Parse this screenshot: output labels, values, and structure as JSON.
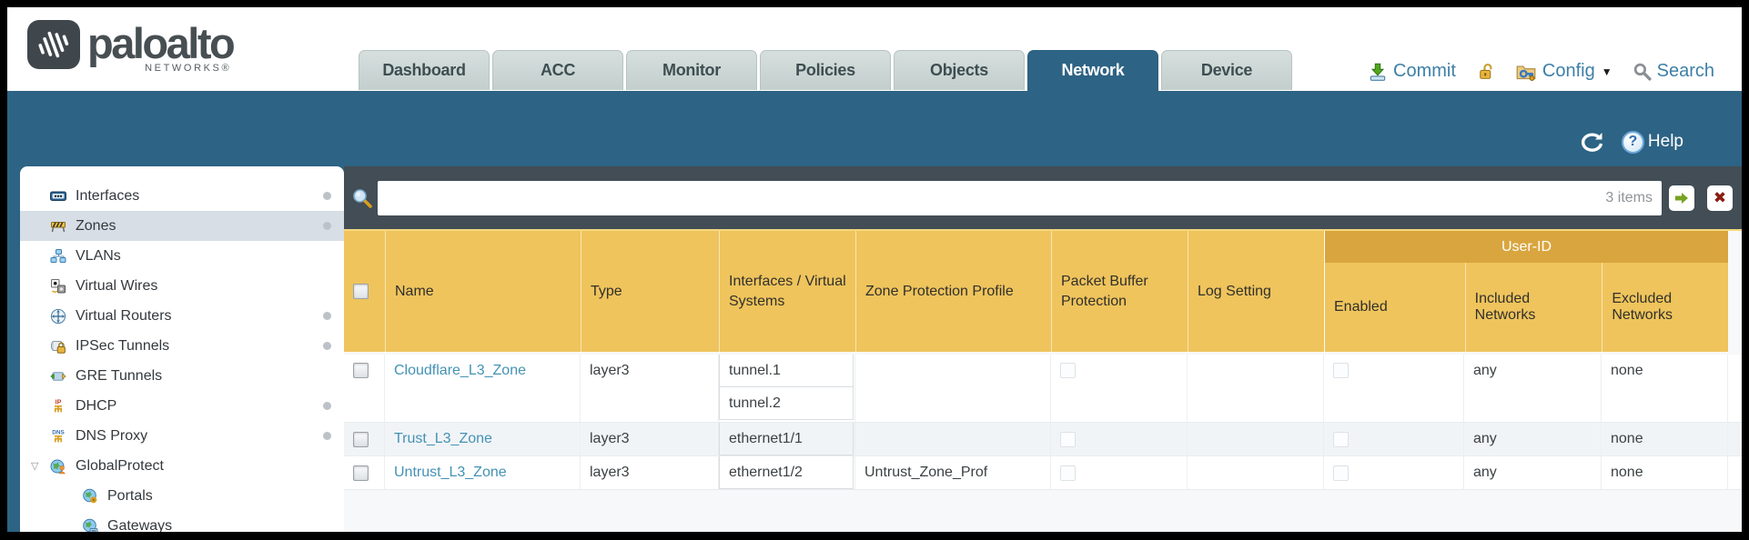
{
  "header": {
    "logo": {
      "brand": "paloalto",
      "sub": "NETWORKS®"
    },
    "tabs": [
      {
        "label": "Dashboard",
        "active": false
      },
      {
        "label": "ACC",
        "active": false
      },
      {
        "label": "Monitor",
        "active": false
      },
      {
        "label": "Policies",
        "active": false
      },
      {
        "label": "Objects",
        "active": false
      },
      {
        "label": "Network",
        "active": true
      },
      {
        "label": "Device",
        "active": false
      }
    ],
    "actions": {
      "commit_label": "Commit",
      "config_label": "Config",
      "search_label": "Search"
    }
  },
  "toolbar": {
    "help_label": "Help"
  },
  "sidebar": {
    "items": [
      {
        "label": "Interfaces",
        "icon": "interfaces",
        "dot": true
      },
      {
        "label": "Zones",
        "icon": "zones",
        "dot": true,
        "selected": true
      },
      {
        "label": "VLANs",
        "icon": "vlans"
      },
      {
        "label": "Virtual Wires",
        "icon": "virtual-wires"
      },
      {
        "label": "Virtual Routers",
        "icon": "virtual-routers",
        "dot": true
      },
      {
        "label": "IPSec Tunnels",
        "icon": "ipsec-tunnels",
        "dot": true
      },
      {
        "label": "GRE Tunnels",
        "icon": "gre-tunnels"
      },
      {
        "label": "DHCP",
        "icon": "dhcp",
        "dot": true
      },
      {
        "label": "DNS Proxy",
        "icon": "dns-proxy",
        "dot": true
      },
      {
        "label": "GlobalProtect",
        "icon": "globalprotect",
        "expanded": true
      },
      {
        "label": "Portals",
        "icon": "portals",
        "child": true
      },
      {
        "label": "Gateways",
        "icon": "gateways",
        "child": true
      }
    ]
  },
  "filterbar": {
    "value": "",
    "count": "3 items"
  },
  "table": {
    "group_header": "User-ID",
    "columns": [
      "Name",
      "Type",
      "Interfaces / Virtual Systems",
      "Zone Protection Profile",
      "Packet Buffer Protection",
      "Log Setting",
      "Enabled",
      "Included Networks",
      "Excluded Networks"
    ],
    "rows": [
      {
        "name": "Cloudflare_L3_Zone",
        "type": "layer3",
        "interfaces": [
          "tunnel.1",
          "tunnel.2"
        ],
        "zone_protection_profile": "",
        "packet_buffer_protection": false,
        "log_setting": "",
        "user_id_enabled": false,
        "included_networks": "any",
        "excluded_networks": "none"
      },
      {
        "name": "Trust_L3_Zone",
        "type": "layer3",
        "interfaces": [
          "ethernet1/1"
        ],
        "zone_protection_profile": "",
        "packet_buffer_protection": false,
        "log_setting": "",
        "user_id_enabled": false,
        "included_networks": "any",
        "excluded_networks": "none"
      },
      {
        "name": "Untrust_L3_Zone",
        "type": "layer3",
        "interfaces": [
          "ethernet1/2"
        ],
        "zone_protection_profile": "Untrust_Zone_Prof",
        "packet_buffer_protection": false,
        "log_setting": "",
        "user_id_enabled": false,
        "included_networks": "any",
        "excluded_networks": "none"
      }
    ]
  },
  "colors": {
    "teal": "#2d6384",
    "slate": "#424d55",
    "header_orange": "#efc45c",
    "userid_orange": "#d9a53e",
    "link_blue": "#4492b4",
    "tab_inactive": "#c9d4d2",
    "selected_item_bg": "#d7dee5",
    "commit_green": "#4fa81e",
    "clear_red": "#8c1d12"
  }
}
